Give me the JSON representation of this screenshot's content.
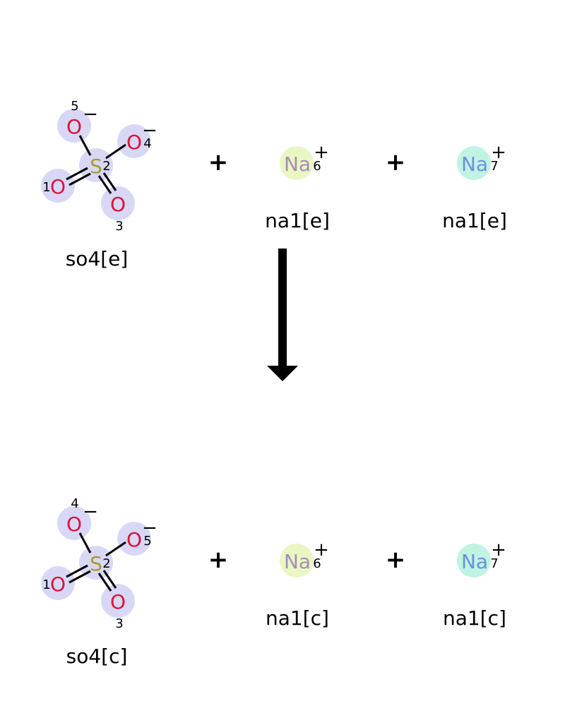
{
  "reaction": {
    "plus_sign": "+",
    "reactants": {
      "sulfate": {
        "label": "so4[e]",
        "atoms": {
          "o1": {
            "symbol": "O",
            "index": "1"
          },
          "s": {
            "symbol": "S",
            "index": "2"
          },
          "o3": {
            "symbol": "O",
            "index": "3"
          },
          "o4": {
            "symbol": "O",
            "index": "4",
            "charge": "−"
          },
          "o5": {
            "symbol": "O",
            "index": "5",
            "charge": "−"
          }
        }
      },
      "sodium_a": {
        "label": "na1[e]",
        "symbol": "Na",
        "index": "6",
        "charge": "+"
      },
      "sodium_b": {
        "label": "na1[e]",
        "symbol": "Na",
        "index": "7",
        "charge": "+"
      }
    },
    "products": {
      "sulfate": {
        "label": "so4[c]",
        "atoms": {
          "o1": {
            "symbol": "O",
            "index": "1"
          },
          "s": {
            "symbol": "S",
            "index": "2"
          },
          "o3": {
            "symbol": "O",
            "index": "3"
          },
          "o4": {
            "symbol": "O",
            "index": "4",
            "charge": "−"
          },
          "o5": {
            "symbol": "O",
            "index": "5",
            "charge": "−"
          }
        }
      },
      "sodium_a": {
        "label": "na1[c]",
        "symbol": "Na",
        "index": "6",
        "charge": "+"
      },
      "sodium_b": {
        "label": "na1[c]",
        "symbol": "Na",
        "index": "7",
        "charge": "+"
      }
    }
  },
  "colors": {
    "oxygen": "#e0103a",
    "sulfur": "#a89a30",
    "sodium_a_text": "#a98ab8",
    "sodium_b_text": "#6f8fe0",
    "atom_highlight": "#d8d8f6",
    "sodium_a_highlight": "#eaf7c4",
    "sodium_b_highlight": "#bff4e2"
  }
}
